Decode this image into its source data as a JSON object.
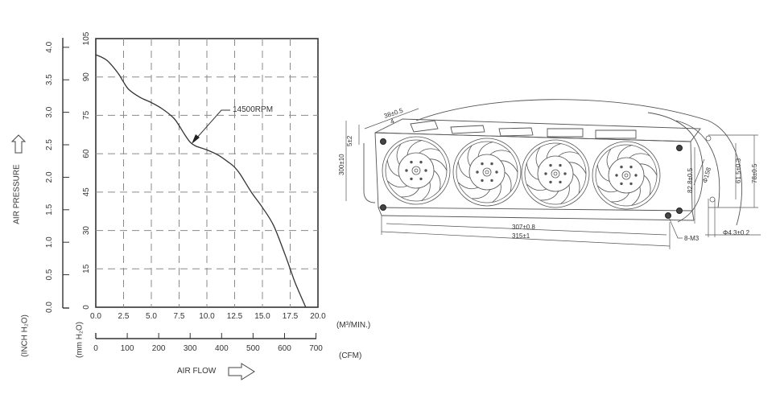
{
  "chart_data": {
    "type": "line",
    "title": "",
    "xlabel": "AIR FLOW",
    "ylabel": "AIR PRESSURE",
    "x_units_primary": "(M3/MIN.)",
    "x_units_secondary": "(CFM)",
    "y_units_primary": "(mm H2O)",
    "y_units_secondary": "(INCH H2O)",
    "xlim": [
      0,
      20
    ],
    "ylim": [
      0,
      105
    ],
    "x_ticks": [
      "0.0",
      "2.5",
      "5.0",
      "7.5",
      "10.0",
      "12.5",
      "15.0",
      "17.5",
      "20.0"
    ],
    "x2_ticks": [
      "0",
      "100",
      "200",
      "300",
      "400",
      "500",
      "600",
      "700"
    ],
    "y_ticks": [
      "0",
      "15",
      "30",
      "45",
      "60",
      "75",
      "90",
      "105"
    ],
    "y2_ticks": [
      "0.0",
      "0.5",
      "1.0",
      "1.5",
      "2.0",
      "2.5",
      "3.0",
      "3.5",
      "4.0"
    ],
    "grid": true,
    "series": [
      {
        "name": "14500RPM",
        "x": [
          0,
          1.0,
          2.0,
          2.5,
          3.0,
          4.0,
          5.0,
          6.0,
          7.0,
          7.5,
          8.0,
          8.5,
          9.0,
          10.0,
          11.0,
          12.0,
          12.5,
          13.0,
          14.0,
          15.0,
          16.0,
          17.0,
          17.5,
          18.0,
          18.9
        ],
        "y": [
          98.7,
          96.5,
          91.5,
          88.0,
          85.0,
          82.0,
          80.0,
          77.5,
          74.0,
          71.0,
          67.5,
          64.5,
          63.0,
          61.5,
          59.5,
          56.5,
          54.7,
          52.0,
          45.0,
          39.0,
          32.0,
          21.0,
          15.0,
          9.0,
          0
        ]
      }
    ],
    "annotations": [
      {
        "text": "14500RPM",
        "x": 8.5,
        "y": 64.5
      }
    ]
  },
  "chart": {
    "y_axis_label": "AIR PRESSURE",
    "x_axis_label": "AIR FLOW",
    "unit_m3": "(M³/MIN.)",
    "unit_cfm": "(CFM)",
    "unit_mm": "(mm H₂O)",
    "unit_inch": "(INCH H₂O)",
    "annotation": "14500RPM"
  },
  "drawing": {
    "dims": {
      "d38": "38±0.5",
      "d4": "4",
      "d5": "5±2",
      "d300": "300±10",
      "d307": "307±0.8",
      "d315": "315±1",
      "d82": "82.8±0.5",
      "d158": "Φ158",
      "d61": "61.5±0.3",
      "d78": "78±0.5",
      "d43": "Φ4.3±0.2",
      "m3": "8-M3"
    }
  }
}
